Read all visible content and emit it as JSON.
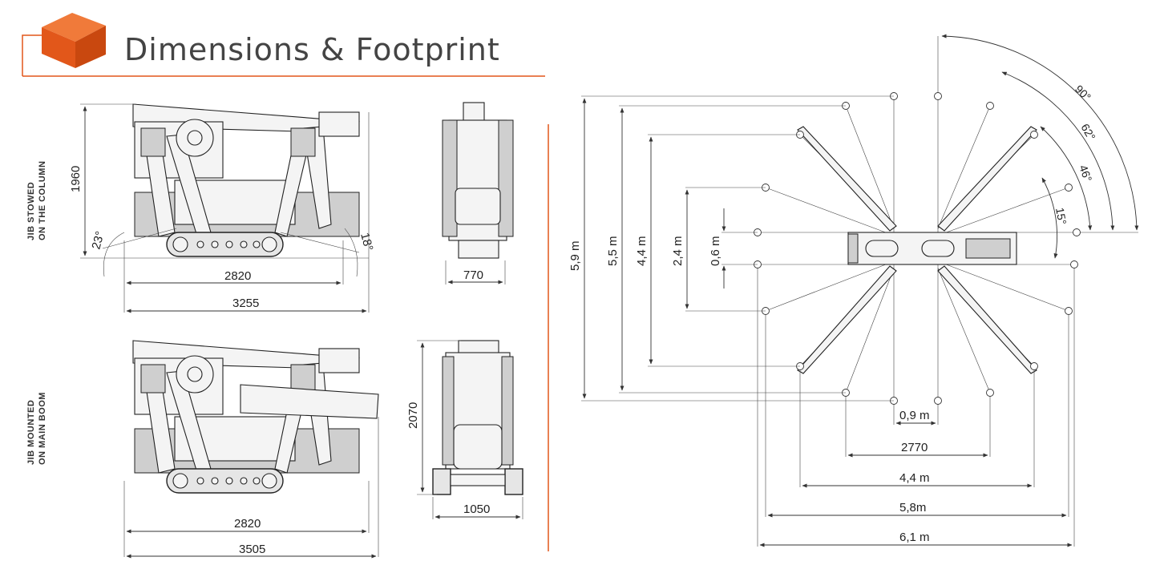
{
  "header": {
    "title": "Dimensions & Footprint",
    "accent_color": "#e2571a",
    "icon": "box-icon"
  },
  "side_views": {
    "stowed": {
      "label_line1": "JIB STOWED",
      "label_line2": "ON THE COLUMN",
      "height": "1960",
      "angle_left": "23°",
      "angle_right": "18°",
      "length_tracks": "2820",
      "length_total": "3255",
      "front_width": "770"
    },
    "mounted": {
      "label_line1": "JIB MOUNTED",
      "label_line2": "ON MAIN BOOM",
      "front_height": "2070",
      "front_width": "1050",
      "length_tracks": "2820",
      "length_total": "3505"
    }
  },
  "footprint": {
    "angles": [
      "90°",
      "62°",
      "46°",
      "15°"
    ],
    "vertical": [
      "5,9 m",
      "5,5 m",
      "4,4 m",
      "2,4 m",
      "0,6 m"
    ],
    "horizontal": [
      "0,9 m",
      "2770",
      "4,4 m",
      "5,8m",
      "6,1 m"
    ]
  }
}
